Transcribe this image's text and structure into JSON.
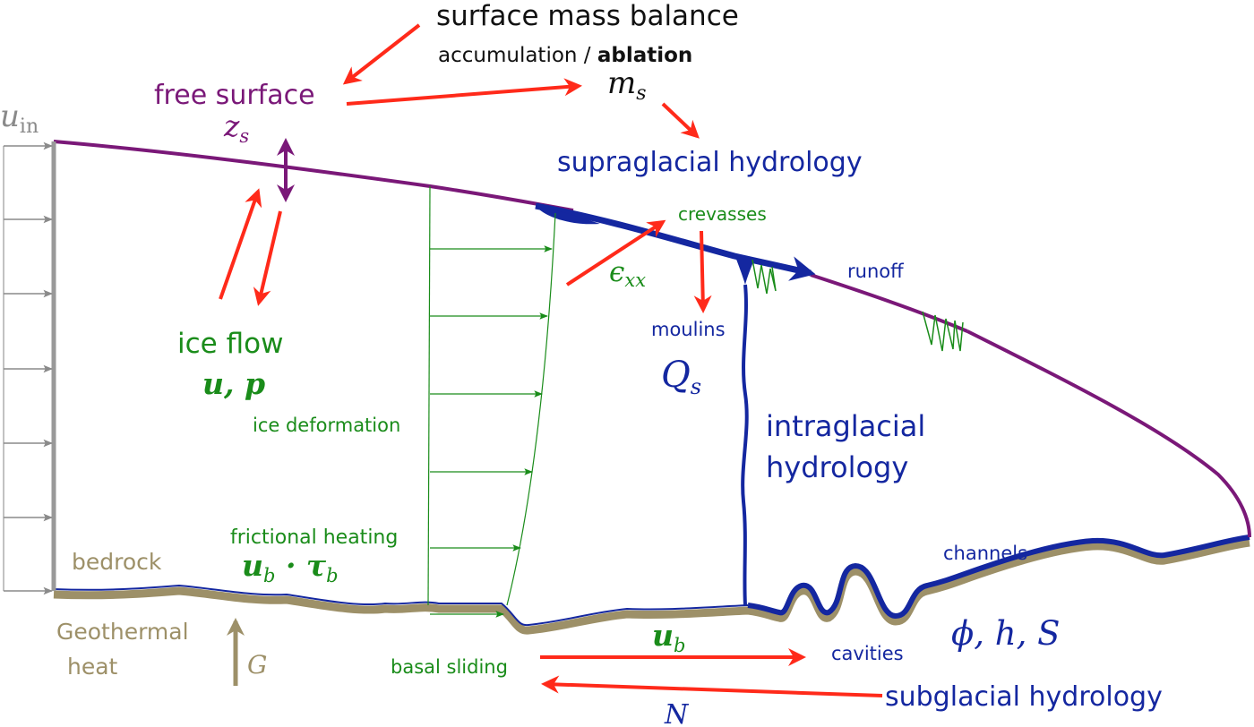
{
  "colors": {
    "purple": "#7a1878",
    "blue": "#1427a0",
    "green": "#1a8c1a",
    "red": "#ff2a1a",
    "gray": "#8a8a8a",
    "tan": "#9d9068",
    "black": "#111111"
  },
  "labels": {
    "smb_title": "surface mass balance",
    "smb_accumulation": "accumulation / ",
    "smb_ablation": "ablation",
    "ms": "m",
    "ms_sub": "s",
    "free_surface": "free surface",
    "zs": "z",
    "zs_sub": "s",
    "supraglacial": "supraglacial hydrology",
    "crevasses": "crevasses",
    "runoff": "runoff",
    "exx": "ϵ",
    "exx_sub": "xx",
    "moulins": "moulins",
    "Qs": "Q",
    "Qs_sub": "s",
    "intraglacial_1": "intraglacial",
    "intraglacial_2": "hydrology",
    "ice_flow": "ice flow",
    "ice_flow_vars": "u, p",
    "ice_deformation": "ice deformation",
    "frictional_heating": "frictional heating",
    "friction_expr": "u",
    "friction_expr_sub": "b",
    "friction_dot": " · τ",
    "friction_tau_sub": "b",
    "bedrock": "bedrock",
    "channels": "channels",
    "phi_h_S": "ϕ, h, S",
    "geothermal_1": "Geothermal",
    "geothermal_2": "heat",
    "G": "G",
    "ub": "u",
    "ub_sub": "b",
    "basal_sliding": "basal sliding",
    "cavities": "cavities",
    "subglacial": "subglacial hydrology",
    "N": "N",
    "u_in": "u",
    "u_in_sub": "in"
  }
}
